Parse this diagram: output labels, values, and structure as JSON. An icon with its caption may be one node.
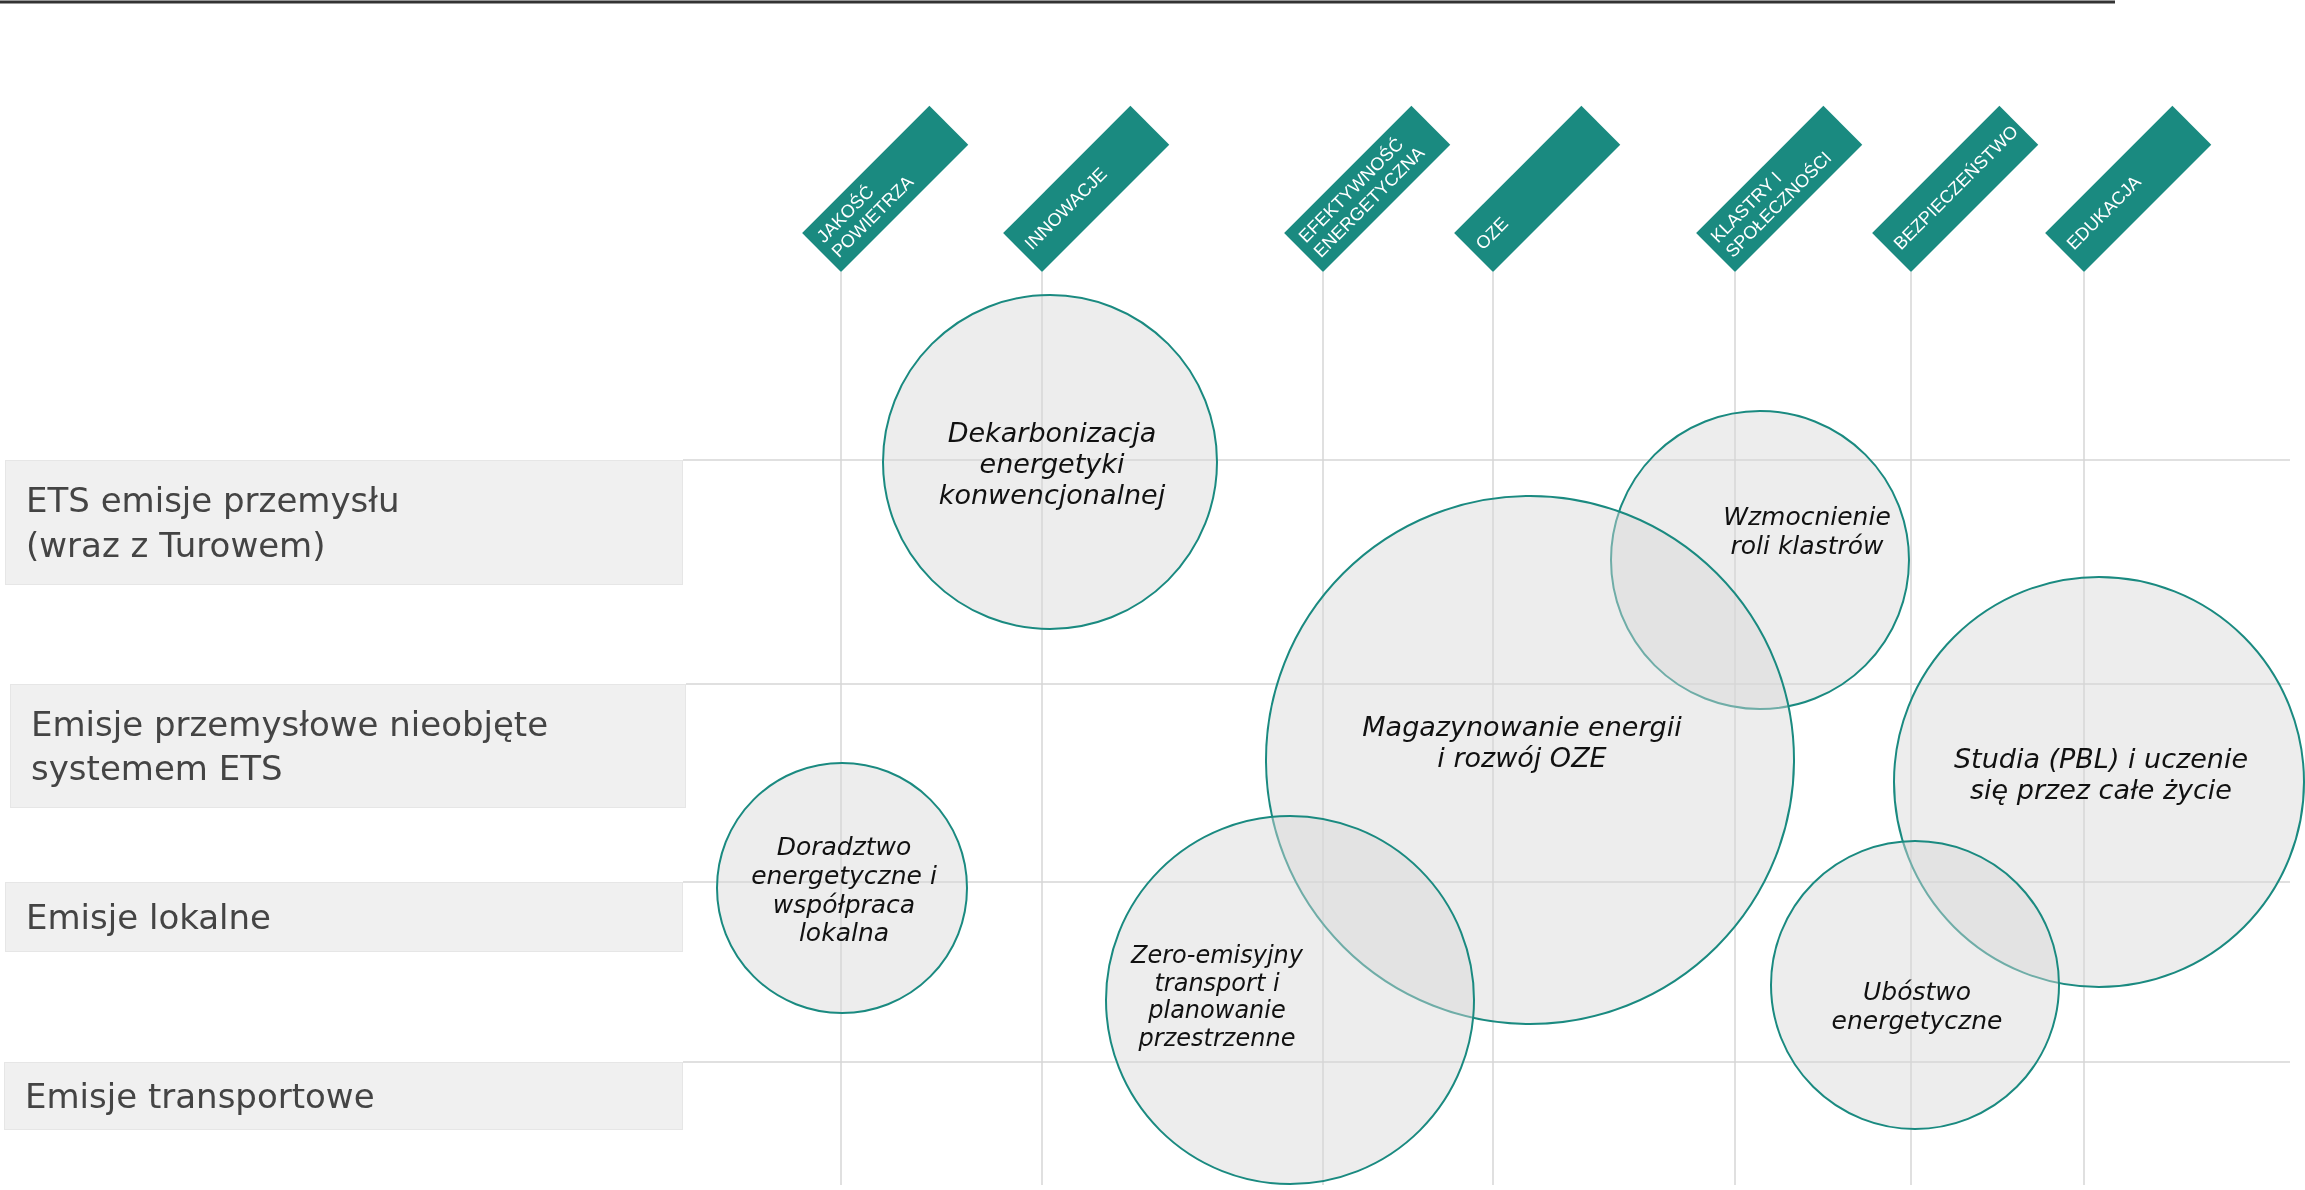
{
  "diagram": {
    "nodes": [
      {
        "text": [
          "JAKOŚĆ POWIETRZA"
        ]
      },
      {
        "text": [
          "INNOWACJE"
        ]
      },
      {
        "text": [
          "EFEKTYWNOŚĆ ENERGETYCZNA"
        ]
      },
      {
        "text": [
          "OZE"
        ]
      },
      {
        "text": [
          "KLASTRY I SPOŁECZNOŚCI"
        ]
      },
      {
        "text": [
          "BEZPIECZEŃSTWO"
        ]
      },
      {
        "text": [
          "EDUKACJA"
        ]
      },
      {
        "text": [
          "ETS emisje przemysłu (wraz z Turowem)"
        ]
      },
      {
        "text": [
          "Emisje przemysłowe nieobjęte systemem ETS"
        ]
      },
      {
        "text": [
          "Emisje lokalne"
        ]
      },
      {
        "text": [
          "Emisje transportowe"
        ]
      },
      {
        "text": [
          "Dekarbonizacja energetyki konwencjonalnej"
        ]
      },
      {
        "text": [
          "Wzmocnienie roli klastrów"
        ]
      },
      {
        "text": [
          "Magazynowanie energii i rozwój OZE"
        ]
      },
      {
        "text": [
          "Studia (PBL) i uczenie się przez całe życie"
        ]
      },
      {
        "text": [
          "Doradztwo energetyczne i współpraca lokalna"
        ]
      },
      {
        "text": [
          "Zero-emisyjny transport i planowanie przestrzenne"
        ]
      },
      {
        "text": [
          "Ubóstwo energetyczne"
        ]
      }
    ]
  }
}
